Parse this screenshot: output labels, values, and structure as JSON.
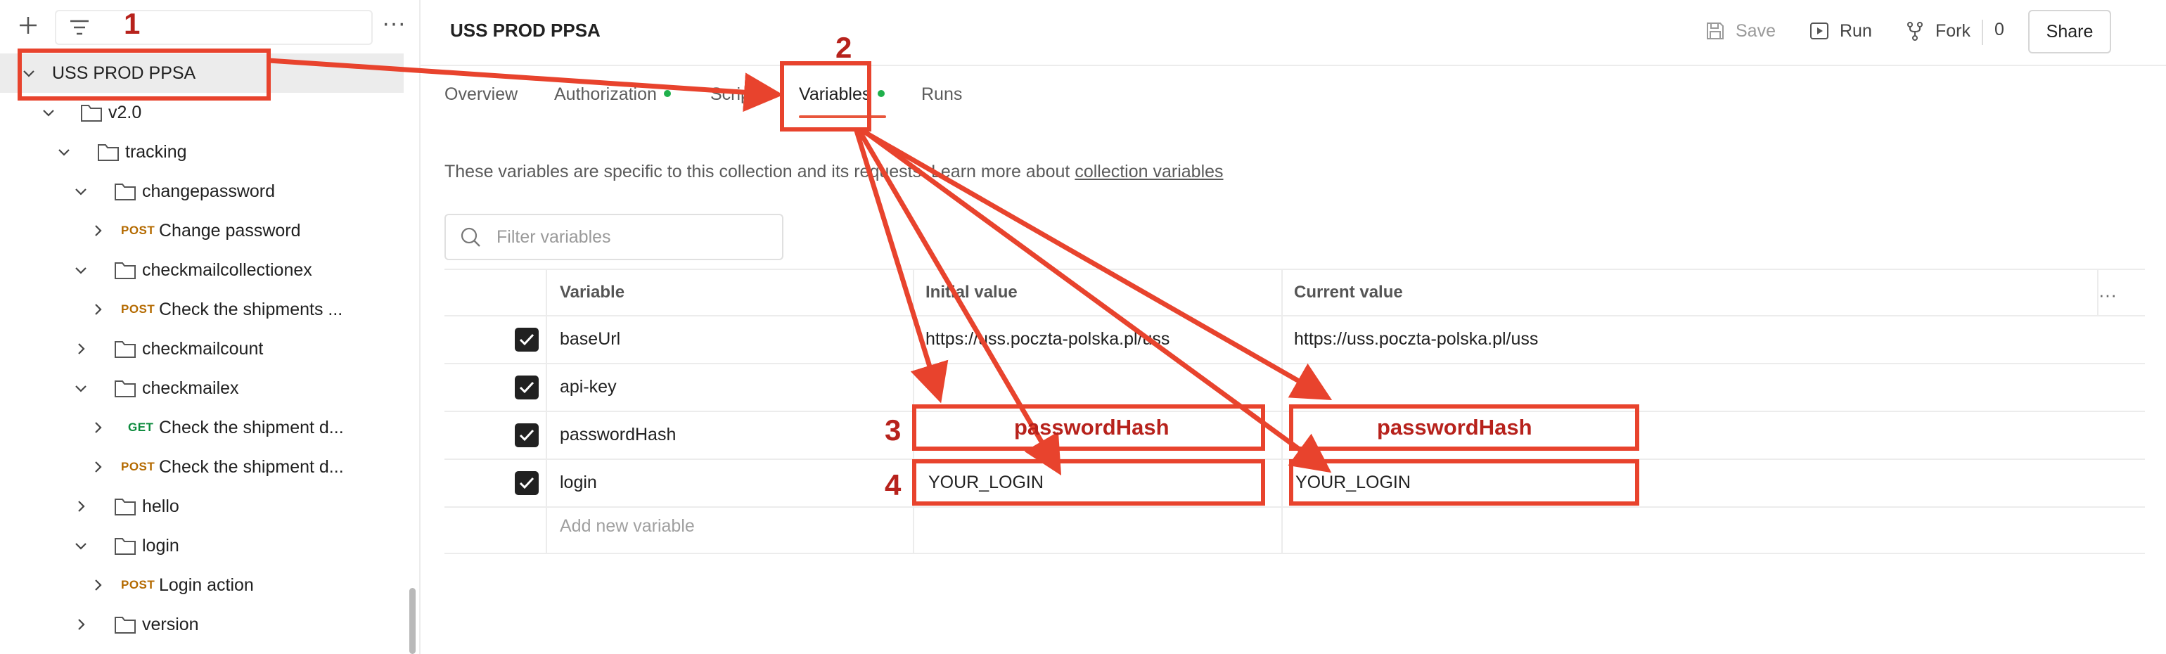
{
  "sidebar": {
    "tree": [
      {
        "label": "USS PROD PPSA",
        "kind": "collection",
        "expanded": true,
        "selected": true
      },
      {
        "label": "v2.0",
        "kind": "folder",
        "expanded": true
      },
      {
        "label": "tracking",
        "kind": "folder",
        "expanded": true
      },
      {
        "label": "changepassword",
        "kind": "folder",
        "expanded": true
      },
      {
        "label": "Change password",
        "kind": "request",
        "method": "POST",
        "expanded": false
      },
      {
        "label": "checkmailcollectionex",
        "kind": "folder",
        "expanded": true
      },
      {
        "label": "Check the shipments ...",
        "kind": "request",
        "method": "POST",
        "expanded": false
      },
      {
        "label": "checkmailcount",
        "kind": "folder",
        "expanded": false
      },
      {
        "label": "checkmailex",
        "kind": "folder",
        "expanded": true
      },
      {
        "label": "Check the shipment d...",
        "kind": "request",
        "method": "GET",
        "expanded": false
      },
      {
        "label": "Check the shipment d...",
        "kind": "request",
        "method": "POST",
        "expanded": false
      },
      {
        "label": "hello",
        "kind": "folder",
        "expanded": false
      },
      {
        "label": "login",
        "kind": "folder",
        "expanded": true
      },
      {
        "label": "Login action",
        "kind": "request",
        "method": "POST",
        "expanded": false
      },
      {
        "label": "version",
        "kind": "folder",
        "expanded": false
      }
    ]
  },
  "header": {
    "title": "USS PROD PPSA",
    "save_label": "Save",
    "run_label": "Run",
    "fork_label": "Fork",
    "fork_count": "0",
    "share_label": "Share"
  },
  "tabs": [
    {
      "label": "Overview",
      "dot": false,
      "active": false
    },
    {
      "label": "Authorization",
      "dot": true,
      "active": false
    },
    {
      "label": "Scripts",
      "dot": false,
      "active": false
    },
    {
      "label": "Variables",
      "dot": true,
      "active": true
    },
    {
      "label": "Runs",
      "dot": false,
      "active": false
    }
  ],
  "variables": {
    "description": "These variables are specific to this collection and its requests. Learn more about ",
    "description_link": "collection variables",
    "filter_placeholder": "Filter variables",
    "columns": {
      "variable": "Variable",
      "initial": "Initial value",
      "current": "Current value"
    },
    "rows": [
      {
        "checked": true,
        "name": "baseUrl",
        "initial": "https://uss.poczta-polska.pl/uss",
        "current": "https://uss.poczta-polska.pl/uss"
      },
      {
        "checked": true,
        "name": "api-key",
        "initial": "",
        "current": ""
      },
      {
        "checked": true,
        "name": "passwordHash",
        "initial": "",
        "current": ""
      },
      {
        "checked": true,
        "name": "login",
        "initial": "YOUR_LOGIN",
        "current": "YOUR_LOGIN"
      }
    ],
    "add_placeholder": "Add new variable"
  },
  "annotations": {
    "step1": "1",
    "step2": "2",
    "step3": "3",
    "step4": "4",
    "password_hash_initial": "passwordHash",
    "password_hash_current": "passwordHash",
    "annotation_color": "#e8432d",
    "number_color": "#b7221c"
  },
  "colors": {
    "accent_underline": "#e8563c",
    "status_dot": "#1fb04b",
    "post_method": "#b46a00",
    "get_method": "#0b8a3c"
  }
}
